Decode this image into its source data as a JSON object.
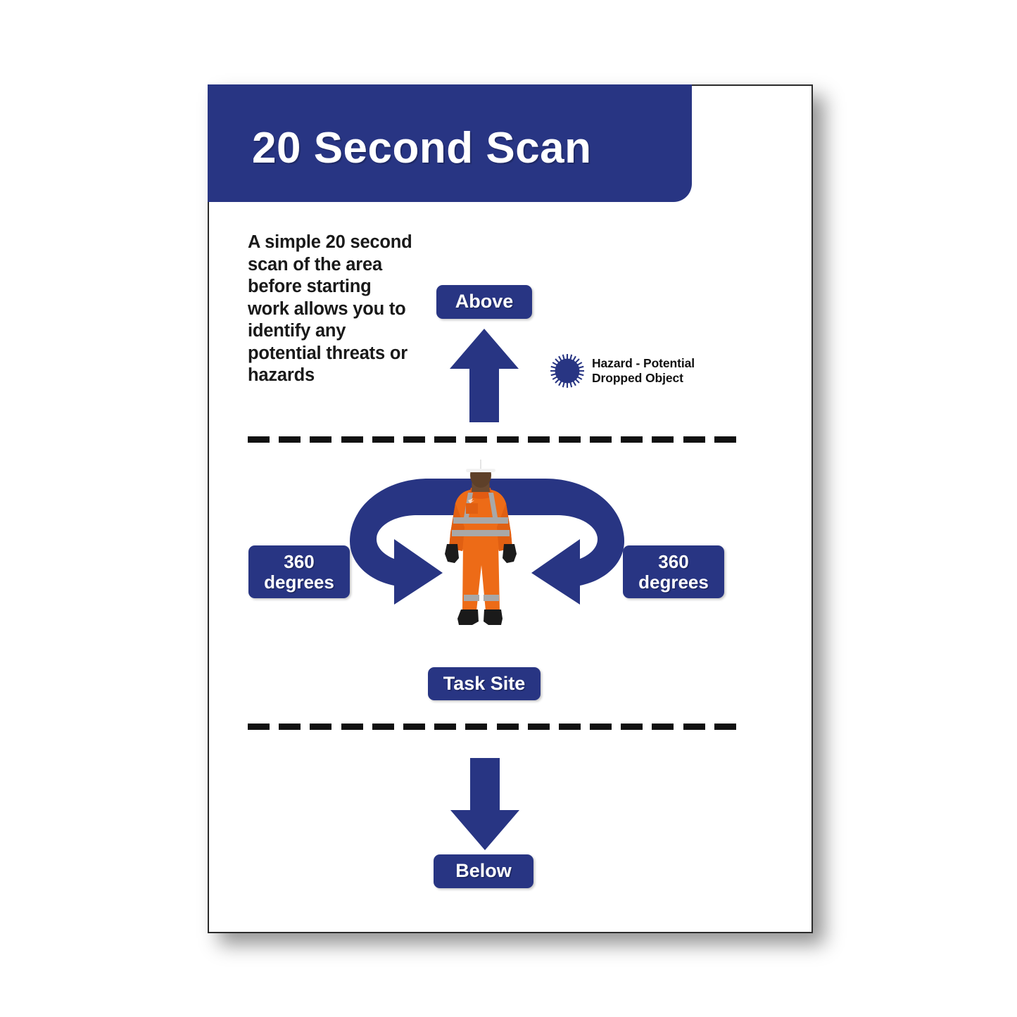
{
  "poster": {
    "title": "20 Second Scan",
    "intro_text": "A simple 20 second scan of the area before starting work allows you to identify any potential threats or hazards",
    "labels": {
      "above": "Above",
      "below": "Below",
      "task_site": "Task Site",
      "degrees_number": "360",
      "degrees_word": "degrees"
    },
    "hazard": {
      "icon": "starburst-hazard-icon",
      "line1": "Hazard - Potential",
      "line2": "Dropped Object"
    },
    "figure": {
      "name": "worker-in-hi-vis-coveralls",
      "helmet": "white-hard-hat",
      "coverall_color": "#ED6B17",
      "reflective_band_color": "#A8A8A8",
      "boot_color": "#1A1A1A"
    },
    "icons": {
      "arrow_up": "arrow-up-icon",
      "arrow_down": "arrow-down-icon",
      "arc_left": "curved-arrow-left-icon",
      "arc_right": "curved-arrow-right-icon"
    },
    "dividers": {
      "dash_count": 16,
      "color": "#111111"
    },
    "colors": {
      "brand_blue": "#283583",
      "banner_text": "#ffffff",
      "body_text": "#191919",
      "sheet": "#ffffff",
      "page_background": "#ffffff"
    }
  }
}
